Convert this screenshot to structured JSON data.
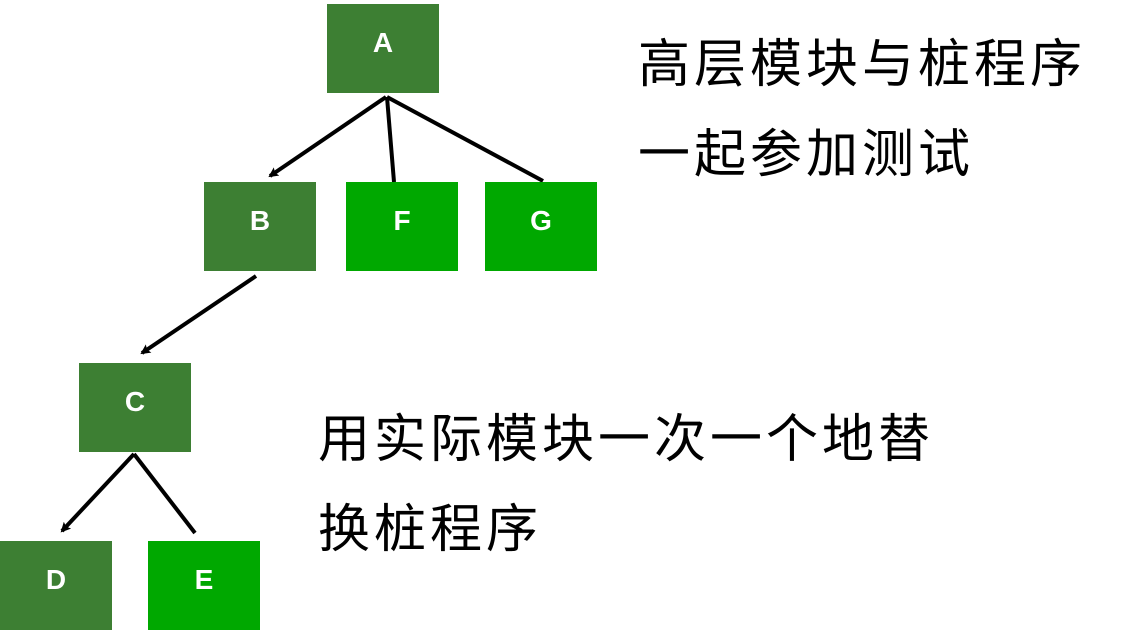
{
  "diagram": {
    "title": "自顶向下集成测试",
    "nodes": [
      {
        "id": "A",
        "label": "A",
        "kind": "actual-module",
        "color": "#3d7f33"
      },
      {
        "id": "B",
        "label": "B",
        "kind": "actual-module",
        "color": "#3d7f33"
      },
      {
        "id": "F",
        "label": "F",
        "kind": "stub",
        "color": "#00a800"
      },
      {
        "id": "G",
        "label": "G",
        "kind": "stub",
        "color": "#00a800"
      },
      {
        "id": "C",
        "label": "C",
        "kind": "actual-module",
        "color": "#3d7f33"
      },
      {
        "id": "D",
        "label": "D",
        "kind": "actual-module",
        "color": "#3d7f33"
      },
      {
        "id": "E",
        "label": "E",
        "kind": "stub",
        "color": "#00a800"
      }
    ],
    "edges": [
      {
        "from": "A",
        "to": "B",
        "arrow": true
      },
      {
        "from": "A",
        "to": "F",
        "arrow": false
      },
      {
        "from": "A",
        "to": "G",
        "arrow": false
      },
      {
        "from": "B",
        "to": "C",
        "arrow": true
      },
      {
        "from": "C",
        "to": "D",
        "arrow": true
      },
      {
        "from": "C",
        "to": "E",
        "arrow": false
      }
    ],
    "captions": {
      "top": "高层模块与桩程序一起参加测试",
      "top_lines": [
        "高层模块与桩程序",
        "一起参加测试"
      ],
      "bottom": "用实际模块一次一个地替换桩程序",
      "bottom_lines": [
        "用实际模块一次一个地替",
        "换桩程序"
      ]
    }
  }
}
